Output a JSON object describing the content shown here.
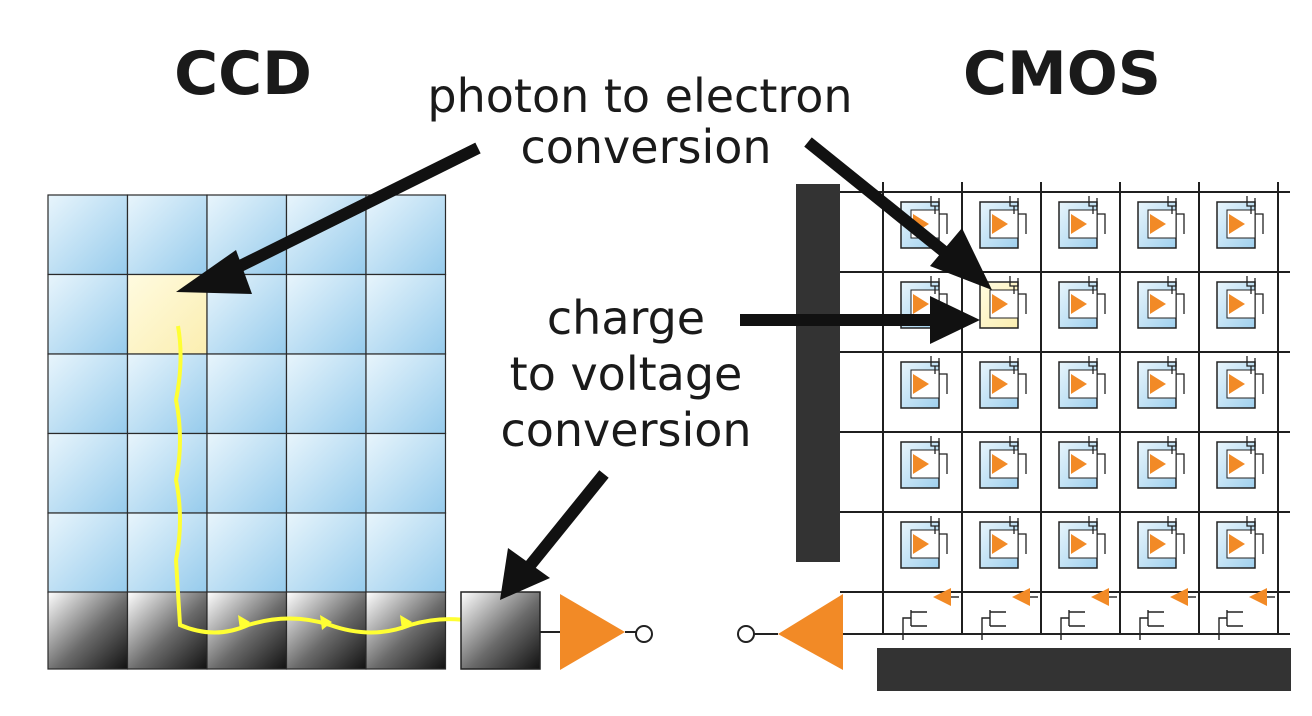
{
  "titles": {
    "ccd": "CCD",
    "cmos": "CMOS"
  },
  "labels": {
    "photon_line1": "photon to electron",
    "photon_line2": "conversion",
    "charge_line1": "charge",
    "charge_line2": "to voltage",
    "charge_line3": "conversion"
  },
  "colors": {
    "pixel_light": "#e6f3fb",
    "pixel_dark": "#9fd0ee",
    "highlight_pixel": "#fff7c4",
    "charge_path": "#ffff33",
    "amplifier": "#f28a26",
    "bus_bar": "#333333",
    "grid_line": "#1f1f1f"
  },
  "ccd_grid": {
    "rows": 5,
    "cols": 5,
    "highlight": {
      "row": 1,
      "col": 1
    }
  },
  "cmos_grid": {
    "rows": 5,
    "cols": 5,
    "highlight": {
      "row": 1,
      "col": 1
    }
  }
}
